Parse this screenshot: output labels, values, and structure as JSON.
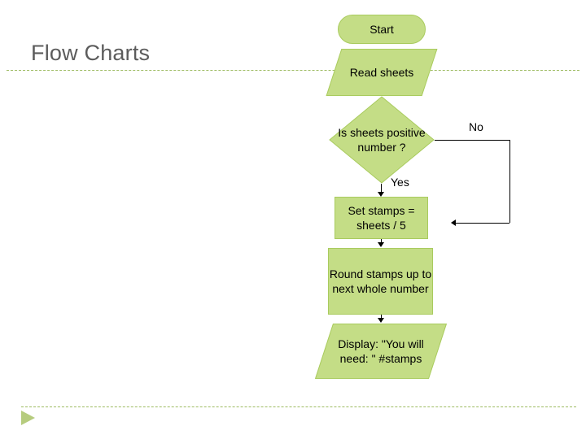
{
  "slide": {
    "title": "Flow Charts"
  },
  "flowchart": {
    "nodes": [
      {
        "id": "start",
        "type": "terminator",
        "label": "Start"
      },
      {
        "id": "read",
        "type": "parallelogram",
        "label": "Read sheets"
      },
      {
        "id": "decision",
        "type": "diamond",
        "label": "Is sheets positive number ?"
      },
      {
        "id": "set",
        "type": "process",
        "label": "Set stamps = sheets / 5"
      },
      {
        "id": "round",
        "type": "process",
        "label": "Round stamps up to next whole number"
      },
      {
        "id": "display",
        "type": "parallelogram",
        "label": "Display: \"You will need: \" #stamps"
      }
    ],
    "edges": [
      {
        "from": "decision",
        "to": "set",
        "label": "Yes"
      },
      {
        "from": "decision",
        "to": "display",
        "label": "No"
      }
    ],
    "edge_labels": {
      "yes": "Yes",
      "no": "No"
    },
    "colors": {
      "shape_fill": "#c4dd86",
      "shape_stroke": "#a9cb5e",
      "accent": "#9dbb61",
      "title_text": "#5c5c5c",
      "connector": "#000000"
    }
  }
}
